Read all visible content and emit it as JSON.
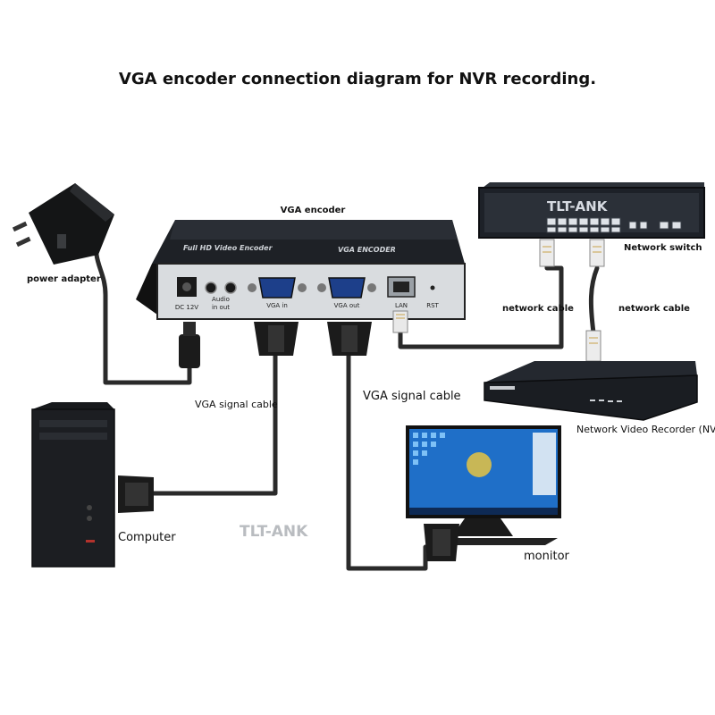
{
  "title": "VGA encoder connection diagram for NVR recording.",
  "devices": {
    "encoder_label": "VGA encoder",
    "encoder_panel_text": "Full HD Video Encoder",
    "encoder_panel_text_right": "VGA ENCODER",
    "power_adapter": "power adapter",
    "network_switch": "Network switch",
    "nvr": "Network Video Recorder (NVR)",
    "computer": "Computer",
    "monitor": "monitor"
  },
  "ports": {
    "dc": "DC 12V",
    "audio": "Audio",
    "audio_io": "in  out",
    "vga_in": "VGA in",
    "vga_out": "VGA out",
    "lan": "LAN",
    "rst": "RST"
  },
  "cables": {
    "vga_cable_left": "VGA signal cable",
    "vga_cable_right": "VGA signal cable",
    "net_cable_1": "network cable",
    "net_cable_2": "network cable"
  },
  "watermarks": {
    "main": "TLT-ANK",
    "switch": "TLT-ANK"
  },
  "colors": {
    "cable": "#2a2a2a",
    "device_dark": "#1c1f24",
    "device_panel": "#d9dcdf",
    "screen_blue": "#1f6fc8",
    "watermark": "#b9bcc0"
  },
  "icons": [
    "plug-icon",
    "vga-connector-icon",
    "rj45-plug-icon"
  ]
}
